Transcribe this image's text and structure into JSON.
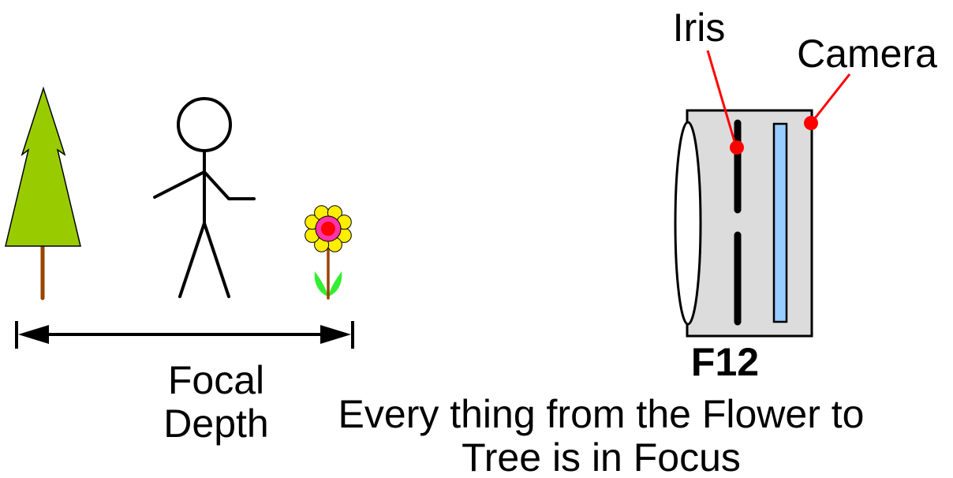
{
  "labels": {
    "iris": "Iris",
    "camera": "Camera",
    "focal_line1": "Focal",
    "focal_line2": "Depth",
    "f_number": "F12",
    "caption_line1": "Every thing from the Flower to",
    "caption_line2": "Tree is in Focus"
  },
  "colors": {
    "tree_foliage": "#99cc00",
    "tree_trunk": "#994400",
    "flower_petal": "#ffee00",
    "flower_ring": "#ff33aa",
    "flower_center": "#ff0000",
    "flower_leaf": "#33ee33",
    "camera_body": "#dcdcdc",
    "sensor": "#99ccff",
    "pointer": "#ff0000",
    "f_number": "#0000ee"
  },
  "icons": [
    "tree-icon",
    "stick-figure-icon",
    "flower-icon",
    "camera-icon",
    "lens-icon",
    "iris-icon",
    "sensor-icon"
  ]
}
